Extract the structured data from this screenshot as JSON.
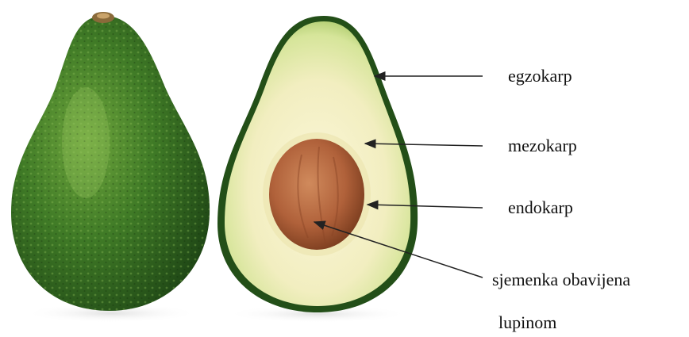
{
  "labels": {
    "exocarp": "egzokarp",
    "mesocarp": "mezokarp",
    "endocarp": "endokarp",
    "seed_line1": "sjemenka obavijena",
    "seed_line2": "lupinom"
  },
  "colors": {
    "skin_dark": "#1f4d17",
    "skin_mid": "#3f7a26",
    "skin_light": "#6fa63d",
    "stem": "#8a6a3a",
    "flesh_outer": "#b8d27a",
    "flesh_inner": "#f5f0c8",
    "pit_dark": "#7a3d1e",
    "pit_light": "#c77a4d",
    "arrow": "#222222"
  }
}
